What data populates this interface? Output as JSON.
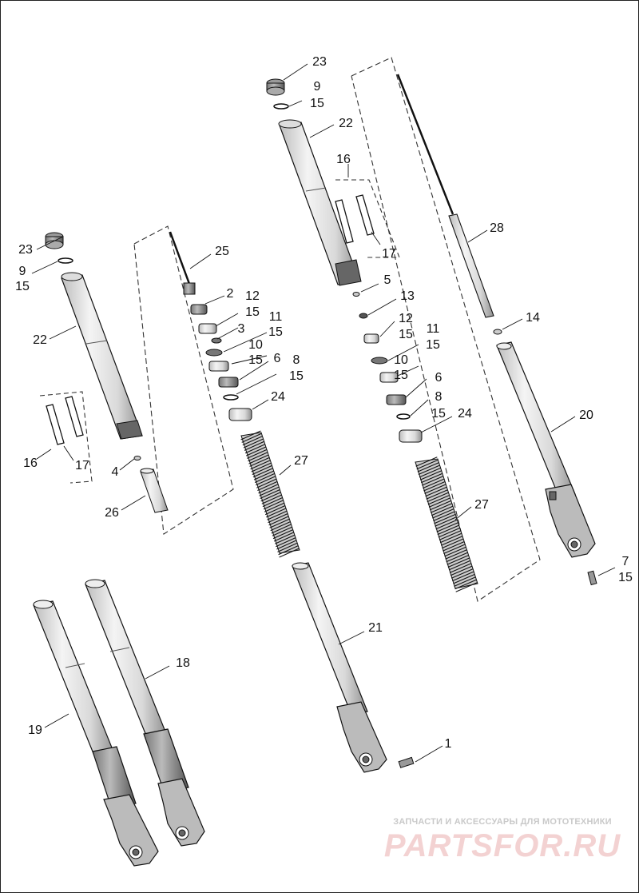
{
  "diagram": {
    "callouts": {
      "c23a": "23",
      "c9a": "9",
      "c15a": "15",
      "c22a": "22",
      "c16a": "16",
      "c17a": "17",
      "c5": "5",
      "c13": "13",
      "c12a": "12",
      "c15b": "15",
      "c11a": "11",
      "c15c": "15",
      "c10a": "10",
      "c15d": "15",
      "c6a": "6",
      "c8a": "8",
      "c15e": "15",
      "c24a": "24",
      "c27a": "27",
      "c28": "28",
      "c14": "14",
      "c20": "20",
      "c7": "7",
      "c15f": "15",
      "c23b": "23",
      "c9b": "9",
      "c15g": "15",
      "c22b": "22",
      "c16b": "16",
      "c17b": "17",
      "c4": "4",
      "c26": "26",
      "c25": "25",
      "c2": "2",
      "c12b": "12",
      "c15h": "15",
      "c11b": "11",
      "c3": "3",
      "c15i": "15",
      "c10b": "10",
      "c15j": "15",
      "c6b": "6",
      "c8b": "8",
      "c15k": "15",
      "c24b": "24",
      "c27b": "27",
      "c21": "21",
      "c1": "1",
      "c18": "18",
      "c19": "19"
    }
  },
  "watermark": {
    "caption": "ЗАПЧАСТИ И АКСЕССУАРЫ ДЛЯ МОТОТЕХНИКИ",
    "brand": "PARTSFOR.RU"
  }
}
